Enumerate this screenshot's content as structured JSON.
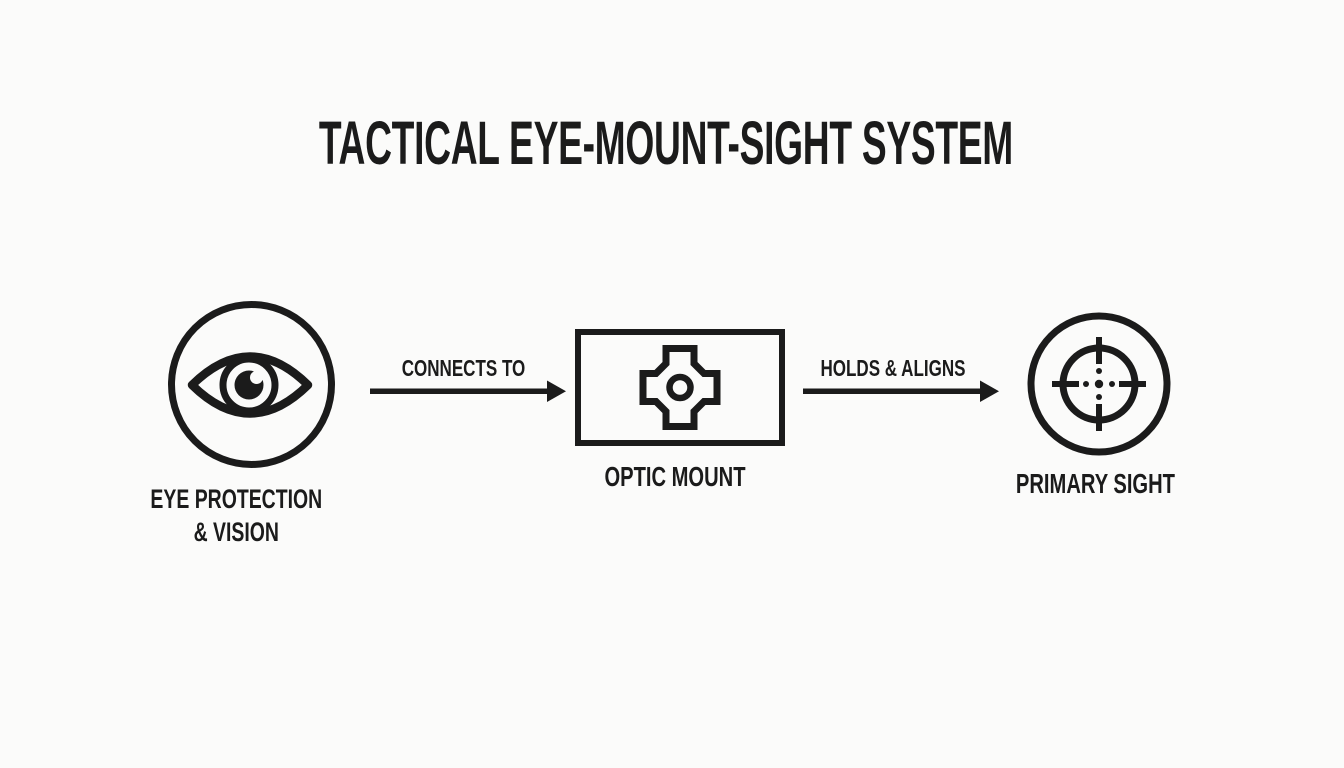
{
  "title": "TACTICAL EYE-MOUNT-SIGHT SYSTEM",
  "colors": {
    "ink": "#1b1b1b",
    "background": "#fbfbfa"
  },
  "nodes": {
    "eye": {
      "icon": "eye-in-circle-icon",
      "label_line1": "EYE PROTECTION",
      "label_line2": "& VISION"
    },
    "mount": {
      "icon": "optic-mount-icon",
      "label": "OPTIC MOUNT"
    },
    "sight": {
      "icon": "crosshair-sight-icon",
      "label": "PRIMARY SIGHT"
    }
  },
  "connections": {
    "eye_to_mount": {
      "from": "eye",
      "to": "mount",
      "label": "CONNECTS TO"
    },
    "mount_to_sight": {
      "from": "mount",
      "to": "sight",
      "label": "HOLDS & ALIGNS"
    }
  }
}
